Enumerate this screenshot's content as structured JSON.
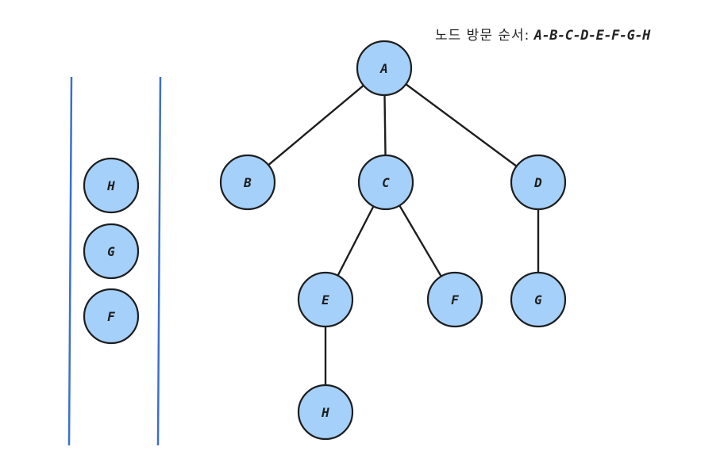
{
  "header": {
    "label": "노드 방문 순서:",
    "sequence": "A-B-C-D-E-F-G-H"
  },
  "colors": {
    "node_fill": "#a5d0f9",
    "node_stroke": "#1e1e1e",
    "edge": "#1e1e1e",
    "stack_wall": "#3b6fd0"
  },
  "tree": {
    "nodes": [
      {
        "id": "A",
        "label": "A"
      },
      {
        "id": "B",
        "label": "B"
      },
      {
        "id": "C",
        "label": "C"
      },
      {
        "id": "D",
        "label": "D"
      },
      {
        "id": "E",
        "label": "E"
      },
      {
        "id": "F",
        "label": "F"
      },
      {
        "id": "G",
        "label": "G"
      },
      {
        "id": "H",
        "label": "H"
      }
    ],
    "edges": [
      [
        "A",
        "B"
      ],
      [
        "A",
        "C"
      ],
      [
        "A",
        "D"
      ],
      [
        "C",
        "E"
      ],
      [
        "C",
        "F"
      ],
      [
        "D",
        "G"
      ],
      [
        "E",
        "H"
      ]
    ]
  },
  "stack": {
    "items": [
      "H",
      "G",
      "F"
    ]
  }
}
